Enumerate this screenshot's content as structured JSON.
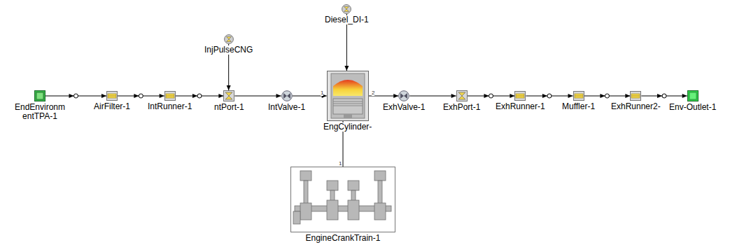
{
  "diagram": {
    "nodes": [
      {
        "text": [
          "EndEnvironmentTPA-1"
        ]
      },
      {
        "text": [
          "AirFilter-1"
        ]
      },
      {
        "text": [
          "IntRunner-1"
        ]
      },
      {
        "text": [
          "InjPulseCNG"
        ]
      },
      {
        "text": [
          "ntPort-1"
        ]
      },
      {
        "text": [
          "IntValve-1"
        ]
      },
      {
        "text": [
          "Diesel_DI-1"
        ]
      },
      {
        "text": [
          "EngCylinder-"
        ]
      },
      {
        "text": [
          "ExhValve-1"
        ]
      },
      {
        "text": [
          "ExhPort-1"
        ]
      },
      {
        "text": [
          "ExhRunner-1"
        ]
      },
      {
        "text": [
          "Muffler-1"
        ]
      },
      {
        "text": [
          "ExhRunner2-"
        ]
      },
      {
        "text": [
          "Env-Outlet-1"
        ]
      },
      {
        "text": [
          "EngineCrankTrain-1"
        ]
      }
    ],
    "edges": [
      {
        "from": 0,
        "to": 1,
        "arrow": "to"
      },
      {
        "from": 1,
        "to": 2,
        "arrow": "to"
      },
      {
        "from": 2,
        "to": 4,
        "arrow": "to"
      },
      {
        "from": 3,
        "to": 4,
        "arrow": "to"
      },
      {
        "from": 4,
        "to": 5,
        "arrow": "to"
      },
      {
        "from": 5,
        "to": 7,
        "arrow": "to"
      },
      {
        "from": 6,
        "to": 7,
        "arrow": "to"
      },
      {
        "from": 7,
        "to": 8,
        "arrow": "to"
      },
      {
        "from": 8,
        "to": 9,
        "arrow": "to"
      },
      {
        "from": 9,
        "to": 10,
        "arrow": "to"
      },
      {
        "from": 10,
        "to": 11,
        "arrow": "to"
      },
      {
        "from": 11,
        "to": 12,
        "arrow": "to"
      },
      {
        "from": 12,
        "to": 13,
        "arrow": "to"
      },
      {
        "from": 14,
        "to": 7,
        "arrow": "none"
      }
    ],
    "labels": [
      "1",
      "2",
      "1"
    ]
  }
}
